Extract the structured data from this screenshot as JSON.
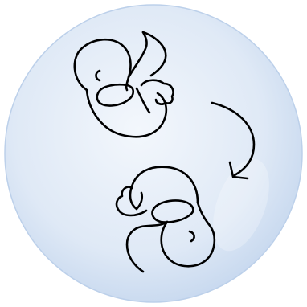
{
  "diagram": {
    "background_color": "#ffffff",
    "sphere": {
      "fill_center": "#f3f7fc",
      "fill_edge": "#cbdcf1",
      "rim_color": "#b7cce8"
    },
    "line_color": "#000000",
    "figures": [
      {
        "name": "embryo-upper",
        "icon": "curled-embryo-icon"
      },
      {
        "name": "embryo-lower",
        "icon": "curled-embryo-inverted-icon"
      }
    ],
    "arrow": {
      "icon": "curved-arrow-down-icon",
      "direction": "clockwise"
    }
  }
}
